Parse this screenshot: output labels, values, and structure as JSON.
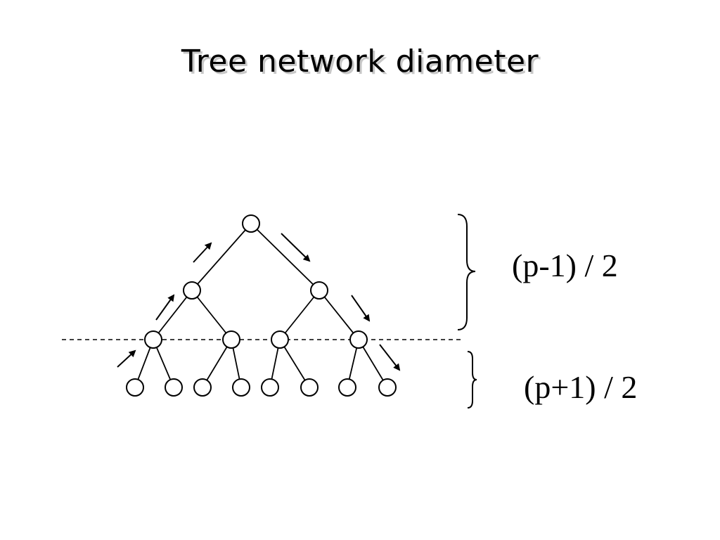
{
  "slide": {
    "title": "Tree network diameter"
  },
  "diagram": {
    "upper_levels_label": "(p-1) / 2",
    "lower_levels_label": "(p+1) / 2",
    "tree": {
      "levels": 4,
      "branching": 2,
      "node_counts_per_level": [
        1,
        2,
        4,
        8
      ]
    },
    "arrows": {
      "upward_on_left_side": 3,
      "downward_on_right_side": 3
    }
  }
}
